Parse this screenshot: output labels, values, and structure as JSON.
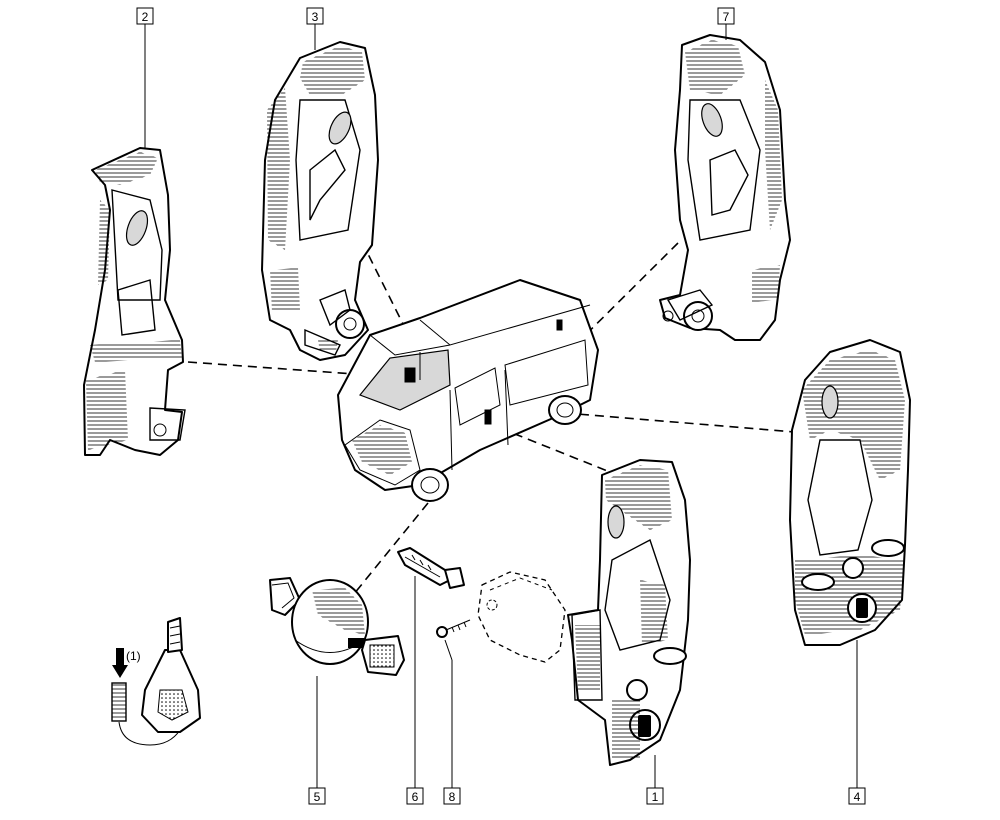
{
  "diagram": {
    "callouts": [
      {
        "id": "c1",
        "label": "1"
      },
      {
        "id": "c2",
        "label": "2"
      },
      {
        "id": "c3",
        "label": "3"
      },
      {
        "id": "c4",
        "label": "4"
      },
      {
        "id": "c5",
        "label": "5"
      },
      {
        "id": "c6",
        "label": "6"
      },
      {
        "id": "c7",
        "label": "7"
      },
      {
        "id": "c8",
        "label": "8"
      }
    ],
    "remote_key_note": "(1)"
  }
}
